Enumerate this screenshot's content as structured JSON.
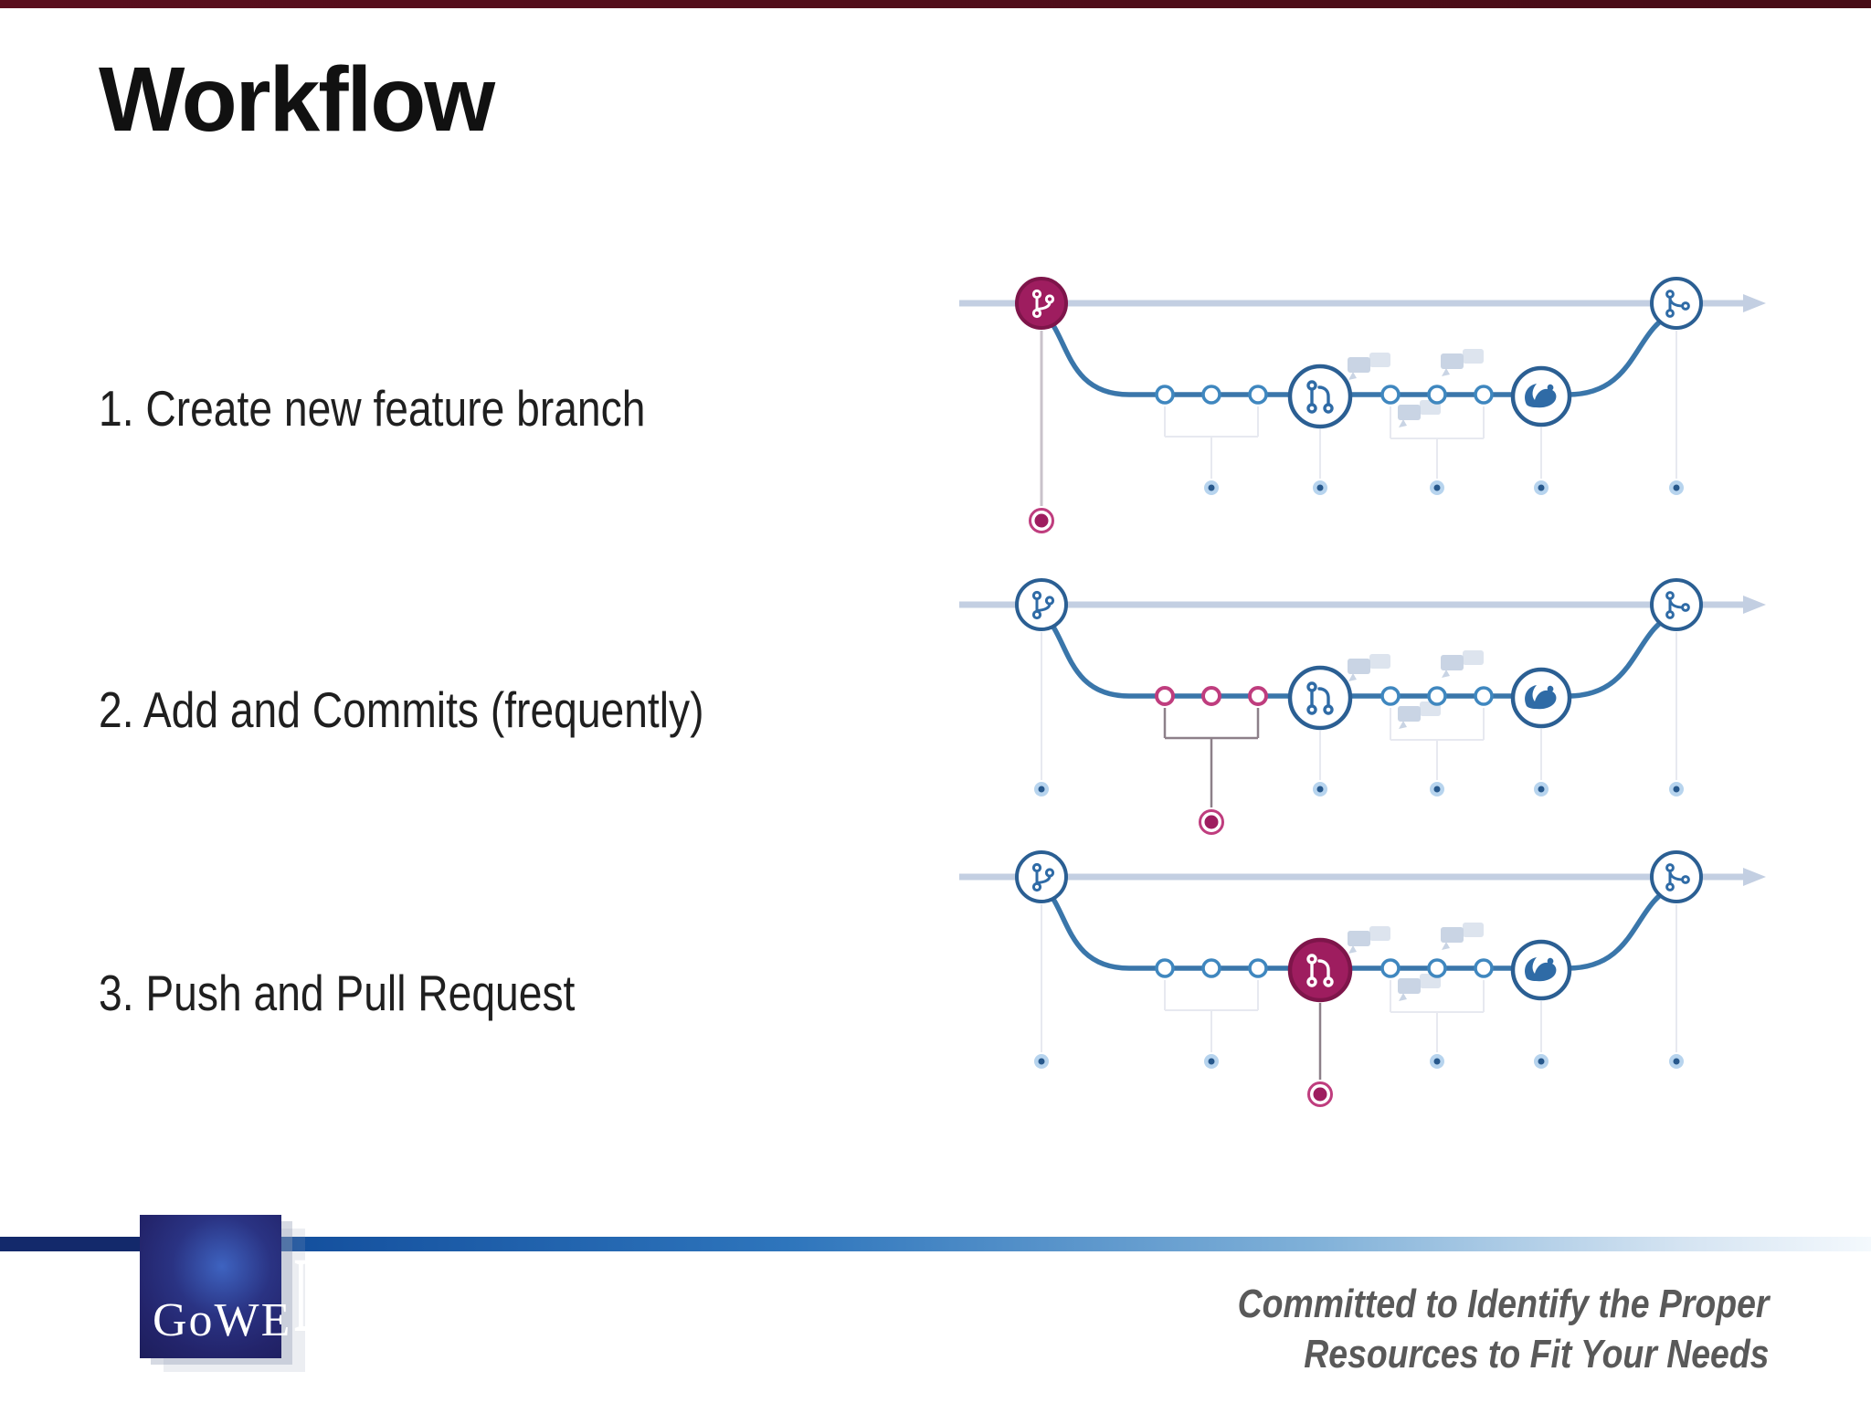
{
  "slide_title": "Workflow",
  "steps": [
    {
      "label": "1. Create new feature branch"
    },
    {
      "label": "2. Add and Commits (frequently)"
    },
    {
      "label": "3. Push and Pull Request"
    }
  ],
  "diagram": {
    "stages": [
      {
        "id": "branch",
        "icon": "git-branch-icon"
      },
      {
        "id": "commits",
        "icon": "commit-dots"
      },
      {
        "id": "pull-request",
        "icon": "git-pull-request-icon"
      },
      {
        "id": "discussion",
        "icon": "speech-bubbles-icon"
      },
      {
        "id": "deploy",
        "icon": "squirrel-icon"
      },
      {
        "id": "merge",
        "icon": "git-merge-icon"
      }
    ],
    "instances": [
      {
        "highlight": "branch"
      },
      {
        "highlight": "commits"
      },
      {
        "highlight": "pull-request"
      }
    ],
    "colors": {
      "highlight": "#9e1d5f",
      "highlight_dark": "#7e154a",
      "highlight_ring": "#bf3d7e",
      "main_line": "#c3cfe2",
      "branch_line": "#3a76aa",
      "node_border": "#2b5f93",
      "commit_border": "#3f87bf",
      "icon_blue": "#2f6ba6",
      "dot_outer": "#b7d4ee",
      "dot_inner": "#27588c",
      "faint_connector": "#e7e9f0",
      "bracket_dark": "#8d8089",
      "connector_gray": "#c9c2ca",
      "bubble": "#c9d4e4",
      "bubble_light": "#dde4ee"
    }
  },
  "footer": {
    "logo_text_main": "GoWE",
    "logo_text_tall": "LL",
    "tagline_lines": [
      "Committed to Identify the Proper",
      "Resources to Fit Your Needs"
    ]
  }
}
